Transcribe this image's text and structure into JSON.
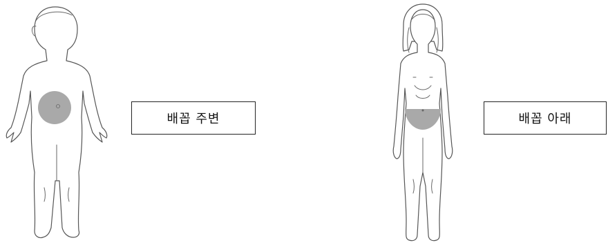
{
  "labels": {
    "left": "배꼽 주변",
    "right": "배꼽 아래"
  },
  "colors": {
    "highlight": "#a9a9a9",
    "outline": "#555555",
    "box_border": "#222222"
  },
  "figures": [
    {
      "name": "child-figure",
      "highlight": "circle-around-navel"
    },
    {
      "name": "girl-figure",
      "highlight": "lower-half-below-navel"
    }
  ]
}
